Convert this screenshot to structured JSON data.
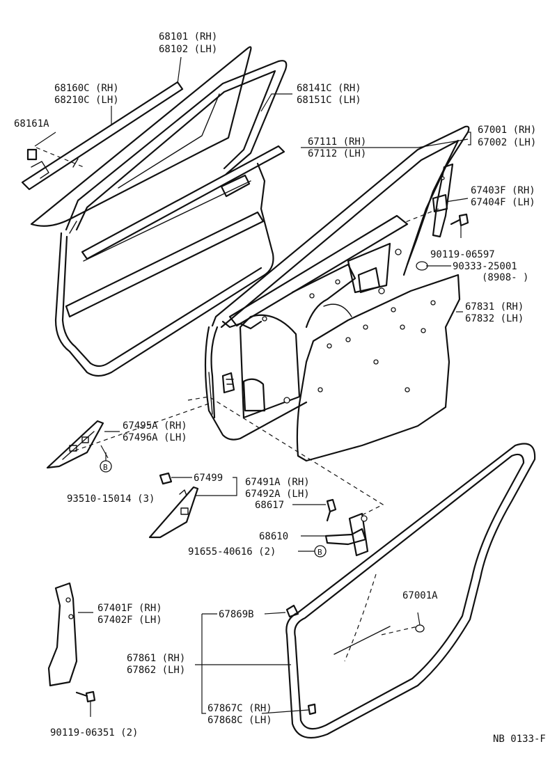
{
  "labels": {
    "window_glass": [
      "68101 (RH)",
      "68102 (LH)"
    ],
    "run_channel": [
      "68141C (RH)",
      "68151C (LH)"
    ],
    "weatherstrip_outer": [
      "68160C (RH)",
      "68210C (LH)"
    ],
    "clip": "68161A",
    "belt_moulding": [
      "67111 (RH)",
      "67112 (LH)"
    ],
    "door_panel": [
      "67001 (RH)",
      "67002 (LH)"
    ],
    "rear_sash": [
      "67403F (RH)",
      "67404F (LH)"
    ],
    "bolt_upper": "90119-06597",
    "hole_plug": "90333-25001",
    "hole_plug_date": "(8908-      )",
    "service_cover": [
      "67831 (RH)",
      "67832 (LH)"
    ],
    "cover_front": [
      "67495A (RH)",
      "67496A (LH)"
    ],
    "screw_b": "93510-15014 (3)",
    "clip_small": "67499",
    "cover_inner": [
      "67491A (RH)",
      "67492A (LH)"
    ],
    "check_bolt": "68617",
    "check": "68610",
    "bolt_check": "91655-40616 (2)",
    "front_sash": [
      "67401F (RH)",
      "67402F (LH)"
    ],
    "bolt_lower": "90119-06351 (2)",
    "clip_weatherstrip": "67869B",
    "weatherstrip": [
      "67861 (RH)",
      "67862 (LH)"
    ],
    "plug_a": "67001A",
    "clip_lower": [
      "67867C (RH)",
      "67868C (LH)"
    ],
    "code": "NB 0133-F"
  },
  "markers": {
    "bolt_symbol": "B"
  }
}
